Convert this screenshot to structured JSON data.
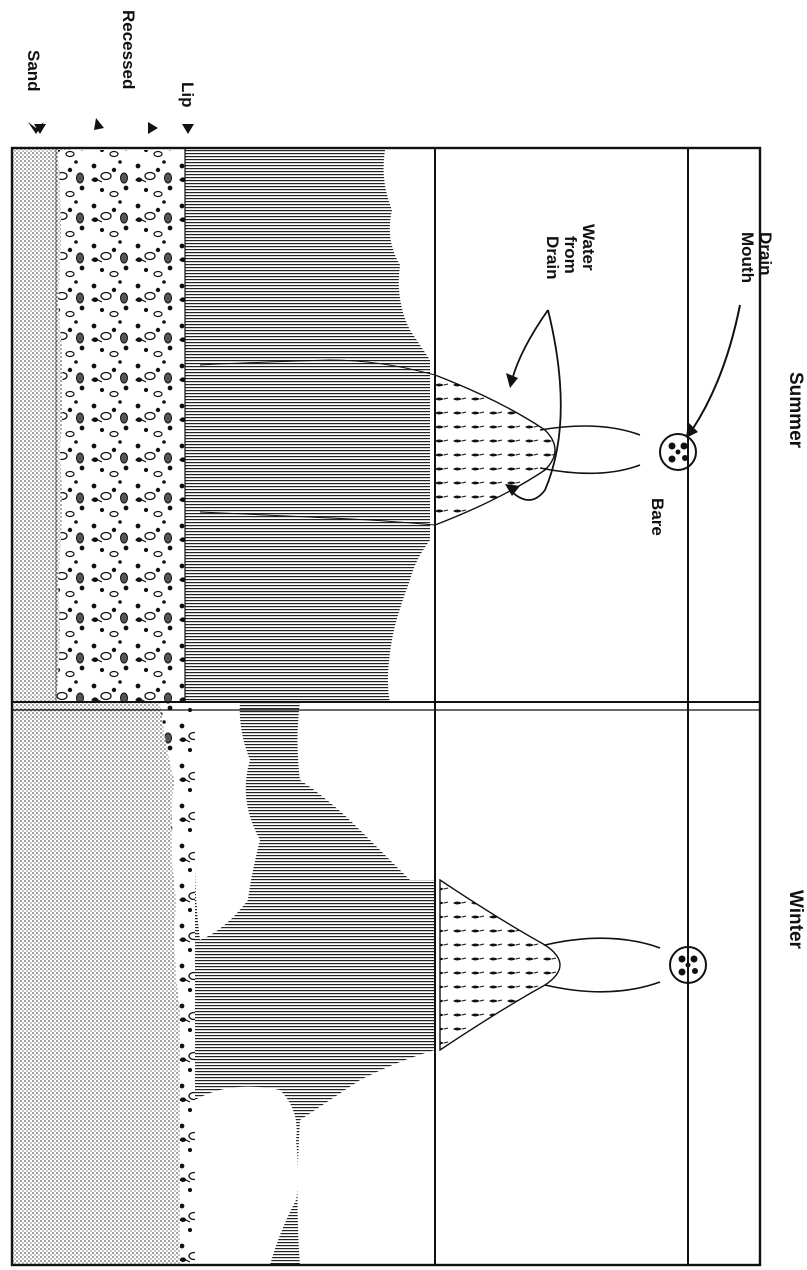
{
  "panels": {
    "summer": "Summer",
    "winter": "Winter"
  },
  "zones": {
    "sand": "Sand",
    "recessed": "Recessed",
    "lip": "Lip"
  },
  "labels": {
    "drain_mouth_line1": "Drain",
    "drain_mouth_line2": "Mouth",
    "water_line1": "Water",
    "water_line2": "from",
    "water_line3": "Drain",
    "bare": "Bare"
  },
  "colors": {
    "ink": "#111111",
    "paper": "#fafaf7"
  }
}
